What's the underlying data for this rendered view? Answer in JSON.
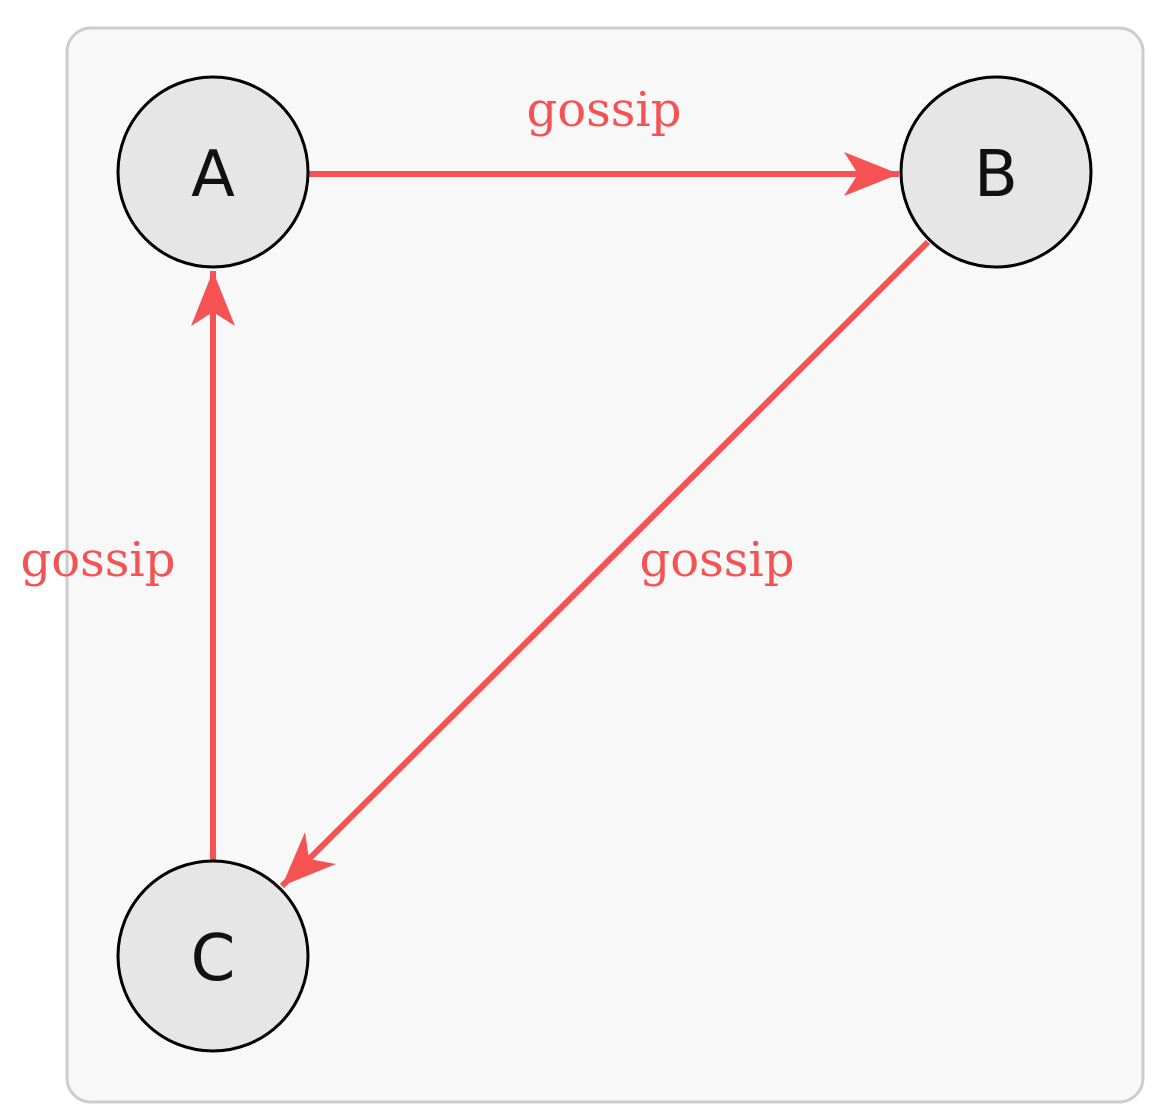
{
  "colors": {
    "edge": "#f55353",
    "node_fill": "#e6e6e6",
    "node_stroke": "#000000",
    "panel_fill": "#f8f8f8",
    "panel_stroke": "#cccccc"
  },
  "nodes": [
    {
      "id": "A",
      "label": "A"
    },
    {
      "id": "B",
      "label": "B"
    },
    {
      "id": "C",
      "label": "C"
    }
  ],
  "edges": [
    {
      "from": "A",
      "to": "B",
      "label": "gossip"
    },
    {
      "from": "B",
      "to": "C",
      "label": "gossip"
    },
    {
      "from": "C",
      "to": "A",
      "label": "gossip"
    }
  ]
}
